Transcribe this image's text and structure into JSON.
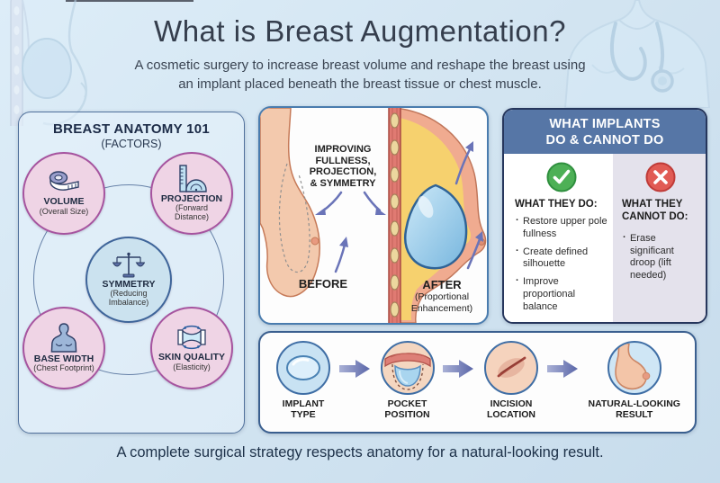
{
  "header": {
    "title": "What is Breast Augmentation?",
    "subtitle": "A cosmetic surgery to increase breast volume and reshape the breast using\nan implant placed beneath the breast tissue or chest muscle."
  },
  "anatomy_panel": {
    "title": "BREAST ANATOMY 101",
    "subtitle": "(FACTORS)",
    "factors": [
      {
        "label": "VOLUME",
        "sub": "(Overall Size)",
        "icon": "tape-measure-icon"
      },
      {
        "label": "PROJECTION",
        "sub": "(Forward Distance)",
        "icon": "ruler-protractor-icon"
      },
      {
        "label": "SYMMETRY",
        "sub": "(Reducing Imbalance)",
        "icon": "balance-scale-icon"
      },
      {
        "label": "BASE WIDTH",
        "sub": "(Chest Footprint)",
        "icon": "torso-icon"
      },
      {
        "label": "SKIN QUALITY",
        "sub": "(Elasticity)",
        "icon": "skin-stretch-icon"
      }
    ]
  },
  "before_after_panel": {
    "caption": "IMPROVING\nFULLNESS,\nPROJECTION,\n& SYMMETRY",
    "before_label": "BEFORE",
    "after_label": "AFTER",
    "after_sub": "(Proportional\nEnhancement)"
  },
  "implants_panel": {
    "header": "WHAT IMPLANTS\nDO & CANNOT DO",
    "do": {
      "icon": "check-circle-icon",
      "title": "WHAT THEY DO:",
      "items": [
        "Restore upper pole fullness",
        "Create defined silhouette",
        "Improve proportional balance"
      ]
    },
    "cannot": {
      "icon": "x-circle-icon",
      "title": "WHAT THEY CANNOT DO:",
      "items": [
        "Erase significant droop (lift needed)"
      ]
    }
  },
  "process_panel": {
    "steps": [
      {
        "label": "IMPLANT\nTYPE",
        "icon": "implant-icon"
      },
      {
        "label": "POCKET\nPOSITION",
        "icon": "pocket-icon"
      },
      {
        "label": "INCISION\nLOCATION",
        "icon": "incision-icon"
      },
      {
        "label": "NATURAL-LOOKING\nRESULT",
        "icon": "breast-result-icon"
      }
    ]
  },
  "footer": {
    "caption": "A complete surgical strategy respects anatomy for a natural-looking result."
  },
  "colors": {
    "background": "#d2e4f1",
    "header_band": "#5676a6",
    "panel_border_navy": "#26365c",
    "panel_border_blue": "#4a7cae",
    "pink_circle_fill": "#efd4e5",
    "pink_circle_border": "#a6549f",
    "blue_circle_fill": "#cbe2ef",
    "blue_circle_border": "#3f659a",
    "arrow_purple": "#6a74b8",
    "check_green": "#4db056",
    "cross_red": "#e15b54",
    "implant_blue": "#8ec7e8",
    "cannot_column_bg": "#e4e2ec",
    "fat_yellow": "#f6d16e",
    "muscle_red": "#e07a72",
    "skin_pink": "#f0ab90"
  }
}
